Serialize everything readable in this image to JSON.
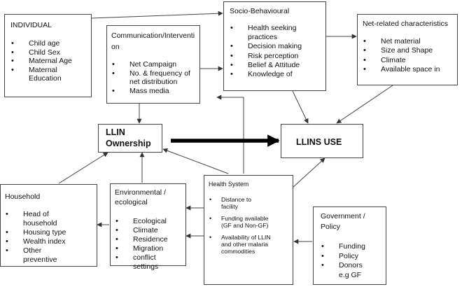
{
  "individual": {
    "title": "INDIVIDUAL",
    "items": [
      "Child age",
      "Child Sex",
      "Maternal Age",
      "Maternal Education"
    ]
  },
  "communication": {
    "title": "Communication/Interventi on",
    "items": [
      "Net Campaign",
      "No. & frequency of net distribution",
      "Mass media"
    ]
  },
  "socio": {
    "title": "Socio-Behavioural",
    "items": [
      "Health seeking practices",
      "Decision making",
      "Risk perception",
      "Belief & Attitude",
      "Knowledge of"
    ]
  },
  "net_related": {
    "title": "Net-related characteristics",
    "items": [
      "Net material",
      "Size and Shape",
      "Climate",
      "Available space in"
    ]
  },
  "llin": {
    "line1": "LLIN",
    "line2": "Ownership"
  },
  "llins_use": {
    "label": "LLINS USE"
  },
  "household": {
    "title": "Household",
    "items": [
      "Head of household",
      "Housing type",
      "Wealth index",
      "Other preventive"
    ]
  },
  "environmental": {
    "title": "Environmental / ecological",
    "items": [
      "Ecological",
      "Climate",
      "Residence",
      "Migration",
      "conflict settings"
    ]
  },
  "health_system": {
    "title": "Health System",
    "items": [
      "Distance to facility",
      "Funding available (GF and Non-GF)",
      "Availability of LLIN and other malaria commodities"
    ]
  },
  "government": {
    "title": "Government / Policy",
    "items": [
      "Funding",
      "Policy",
      "Donors e.g GF"
    ]
  }
}
